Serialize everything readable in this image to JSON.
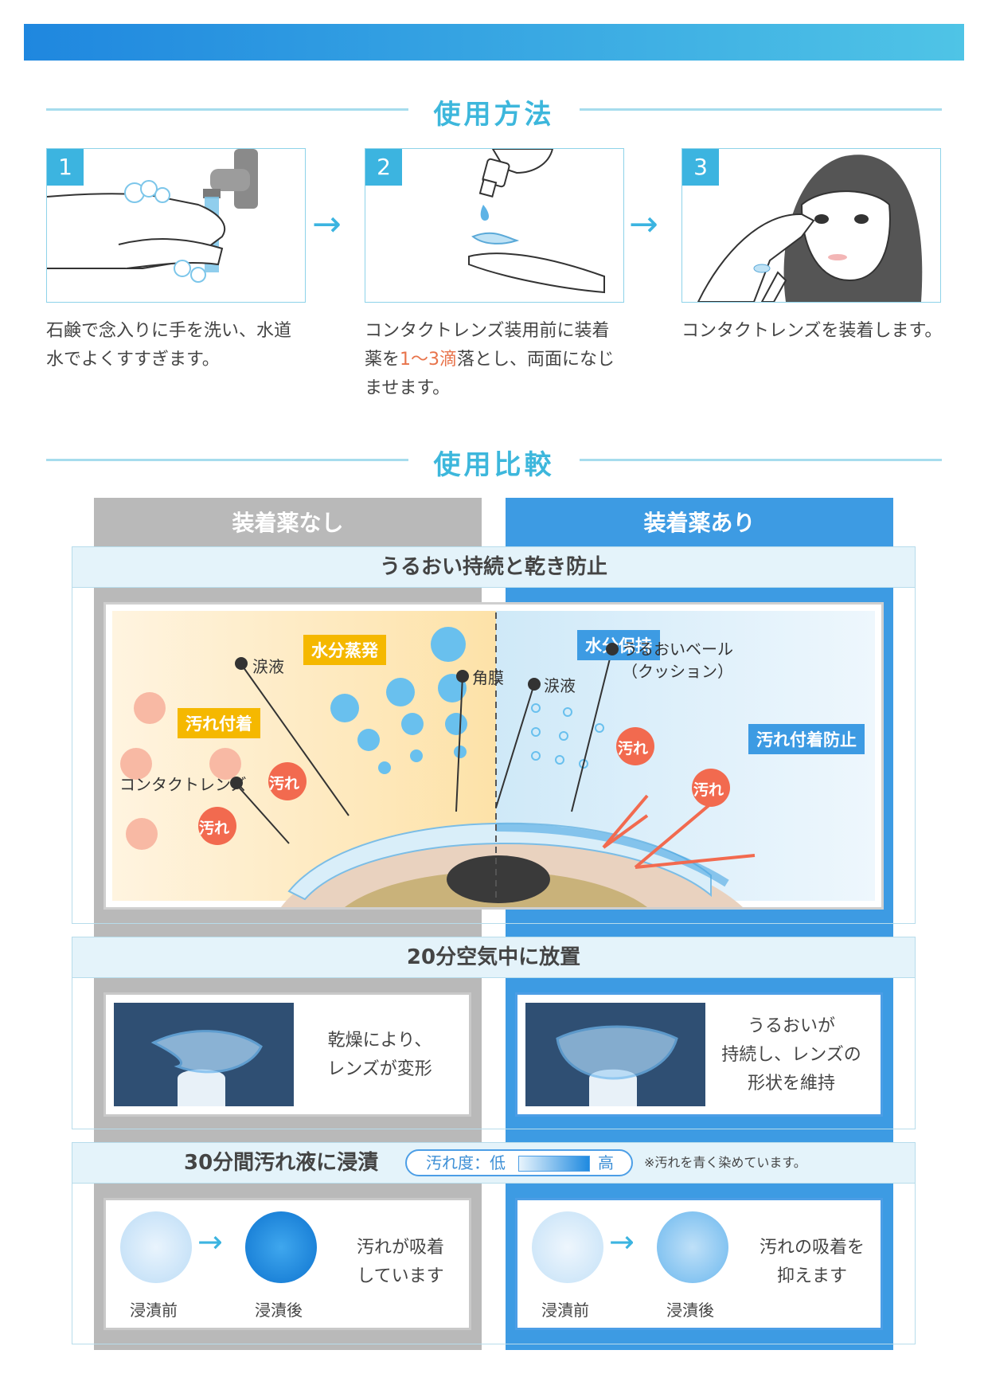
{
  "sections": {
    "usage_title": "使用方法",
    "compare_title": "使用比較"
  },
  "steps": [
    {
      "num": "1",
      "text_line1": "石鹸で念入りに手を洗い、水道",
      "text_line2": "水でよくすすぎます。"
    },
    {
      "num": "2",
      "text_line1": "コンタクトレンズ装用前に装着",
      "text_pre": "薬を",
      "text_highlight": "1〜3滴",
      "text_post": "落とし、両面になじ",
      "text_line3": "ませます。"
    },
    {
      "num": "3",
      "text_line1": "コンタクトレンズを装着します。"
    }
  ],
  "compare": {
    "without_label": "装着薬なし",
    "with_label": "装着薬あり",
    "band1": "うるおい持続と乾き防止",
    "band2": "20分空気中に放置",
    "band3": "30分間汚れ液に浸漬",
    "diagram": {
      "water_evap": "水分蒸発",
      "stain_attach": "汚れ付着",
      "tears_left": "涙液",
      "contact_lens": "コンタクトレンズ",
      "stain": "汚れ",
      "water_keep": "水分保持",
      "cornea": "角膜",
      "tears_right": "涙液",
      "veil_line1": "うるおいベール",
      "veil_line2": "（クッション）",
      "stain_prevent": "汚れ付着防止"
    },
    "air": {
      "without_line1": "乾燥により、",
      "without_line2": "レンズが変形",
      "with_line1": "うるおいが",
      "with_line2": "持続し、レンズの",
      "with_line3": "形状を維持"
    },
    "dirt": {
      "legend_label": "汚れ度：低",
      "legend_high": "高",
      "note": "※汚れを青く染めています。",
      "before": "浸漬前",
      "after": "浸漬後",
      "without_line1": "汚れが吸着",
      "without_line2": "しています",
      "with_line1": "汚れの吸着を",
      "with_line2": "抑えます"
    }
  },
  "colors": {
    "accent": "#3cb4e0",
    "highlight": "#e8734a",
    "gray_column": "#b9b9b9",
    "blue_column": "#3d9be3",
    "yellow_label": "#f5b800",
    "blue_label": "#3d9be3"
  }
}
